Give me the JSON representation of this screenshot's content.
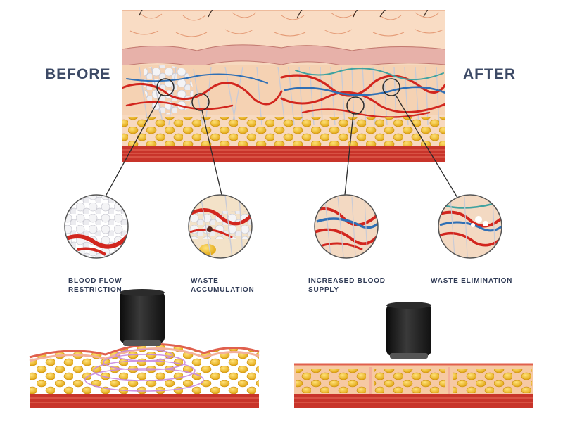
{
  "labels": {
    "before": "BEFORE",
    "after": "AFTER"
  },
  "captions": [
    {
      "line1": "BLOOD FLOW",
      "line2": "RESTRICTION"
    },
    {
      "line1": "WASTE",
      "line2": "ACCUMULATION"
    },
    {
      "line1": "INCREASED BLOOD",
      "line2": "SUPPLY"
    },
    {
      "line1": "WASTE ELIMINATION",
      "line2": ""
    }
  ],
  "colors": {
    "label_text": "#3d4a66",
    "caption_text": "#2f3a55",
    "skin": "#f6cfae",
    "fat": "#f2c11c",
    "vessel_red": "#d2261e",
    "vessel_blue": "#2f6fb5",
    "muscle": "#c8342a",
    "applicator": "#1c1c1c",
    "wave": "#c98adf"
  }
}
